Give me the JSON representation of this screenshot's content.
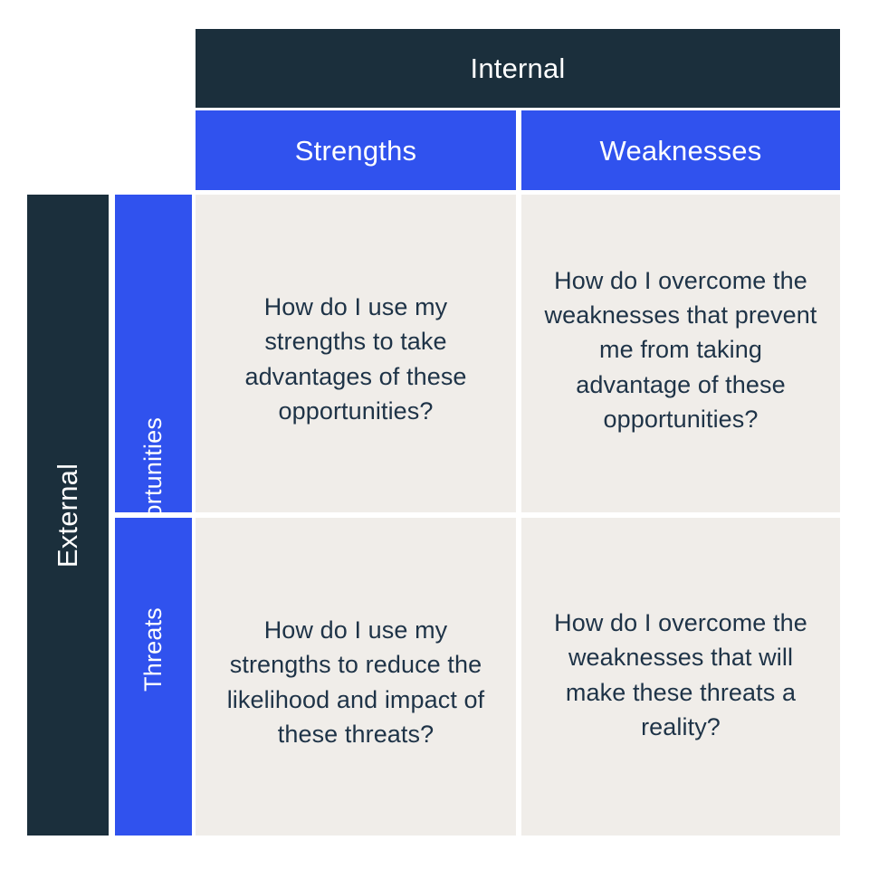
{
  "colors": {
    "navy": "#1b2f3c",
    "blue": "#3052ee",
    "cell_background": "#f0ede9",
    "cell_text": "#1e3347",
    "header_text": "#ffffff",
    "page_background": "#ffffff"
  },
  "matrix": {
    "type": "swot-tows-matrix",
    "column_axis": {
      "label": "Internal",
      "headers": [
        {
          "key": "strengths",
          "label": "Strengths"
        },
        {
          "key": "weaknesses",
          "label": "Weaknesses"
        }
      ]
    },
    "row_axis": {
      "label": "External",
      "headers": [
        {
          "key": "opportunities",
          "label": "Opportunities"
        },
        {
          "key": "threats",
          "label": "Threats"
        }
      ]
    },
    "cells": [
      {
        "key": "strengths-opportunities",
        "row": "Opportunities",
        "column": "Strengths",
        "text": "How do I use my strengths to take advantages of these opportunities?"
      },
      {
        "key": "weaknesses-opportunities",
        "row": "Opportunities",
        "column": "Weaknesses",
        "text": "How do I overcome the weaknesses that prevent me from taking advantage of these opportunities?"
      },
      {
        "key": "strengths-threats",
        "row": "Threats",
        "column": "Strengths",
        "text": "How do I use my strengths to reduce the likelihood and impact of these threats?"
      },
      {
        "key": "weaknesses-threats",
        "row": "Threats",
        "column": "Weaknesses",
        "text": "How do I overcome the weaknesses that will make these threats a reality?"
      }
    ]
  }
}
